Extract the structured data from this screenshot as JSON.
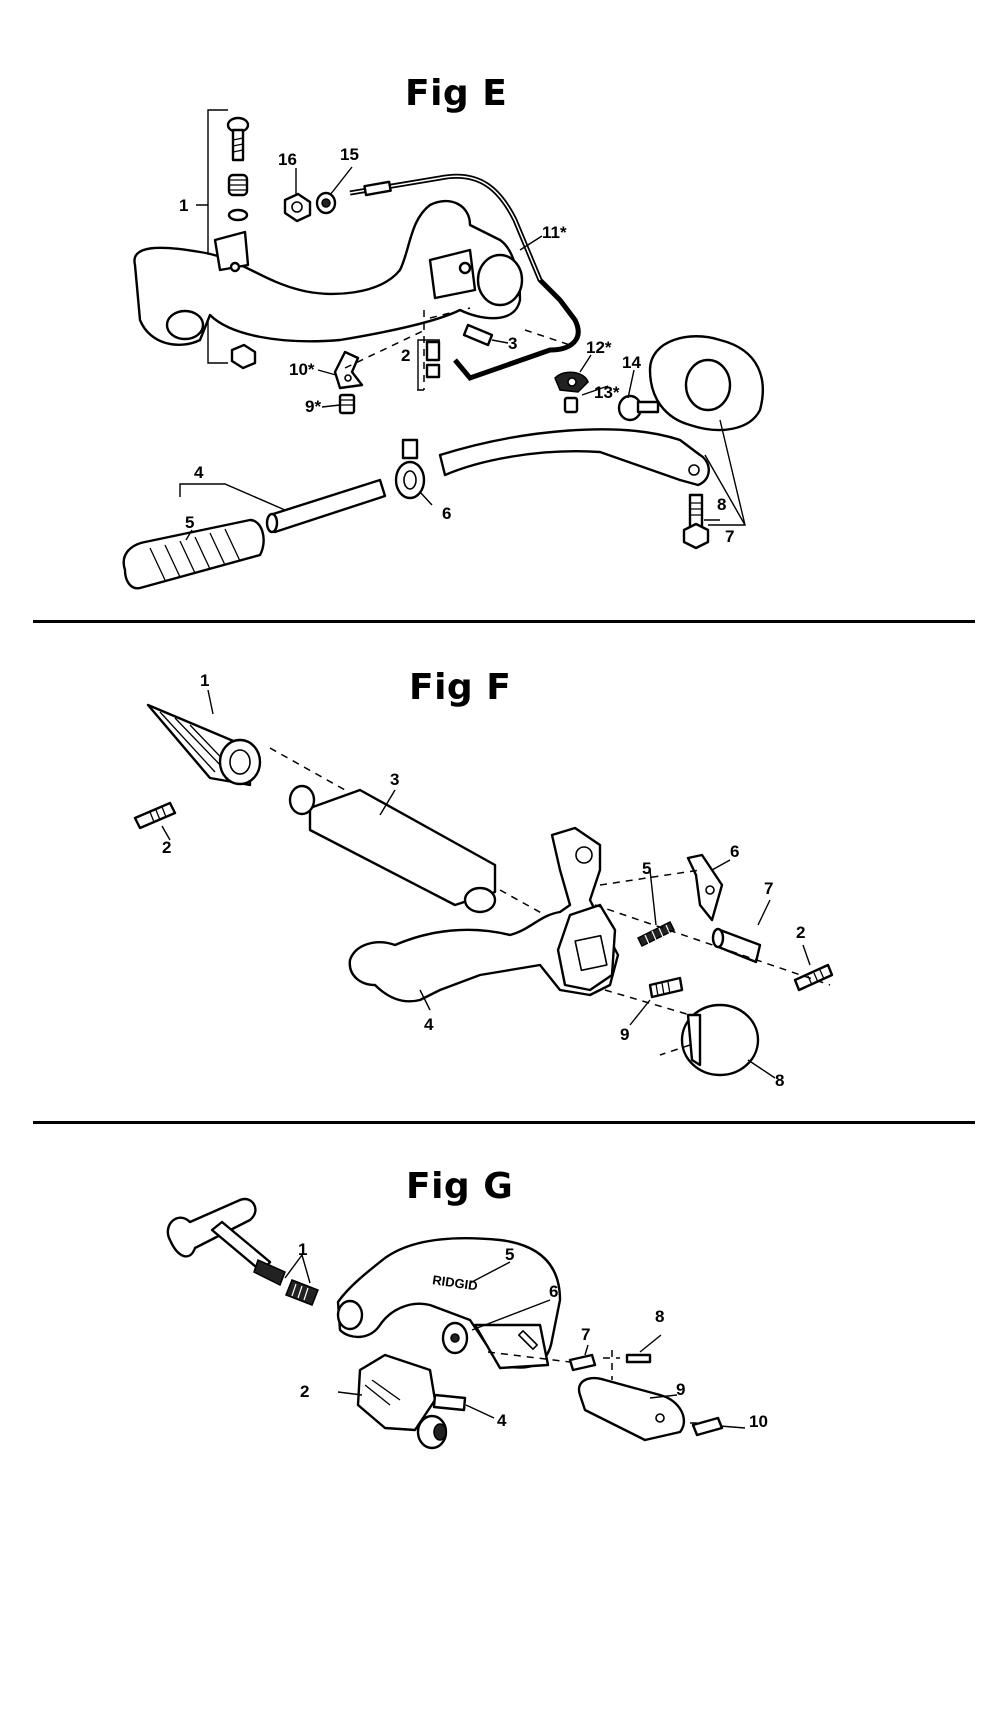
{
  "figures": [
    {
      "title": "Fig E",
      "labels": [
        "1",
        "16",
        "15",
        "11*",
        "3",
        "2",
        "10*",
        "9*",
        "12*",
        "13*",
        "14",
        "4",
        "5",
        "6",
        "8",
        "7"
      ]
    },
    {
      "title": "Fig F",
      "labels": [
        "1",
        "2",
        "3",
        "6",
        "5",
        "7",
        "2",
        "4",
        "9",
        "8"
      ]
    },
    {
      "title": "Fig G",
      "labels": [
        "1",
        "5",
        "6",
        "7",
        "8",
        "9",
        "2",
        "4",
        "10"
      ]
    }
  ],
  "brand_mark": "RIDGID"
}
